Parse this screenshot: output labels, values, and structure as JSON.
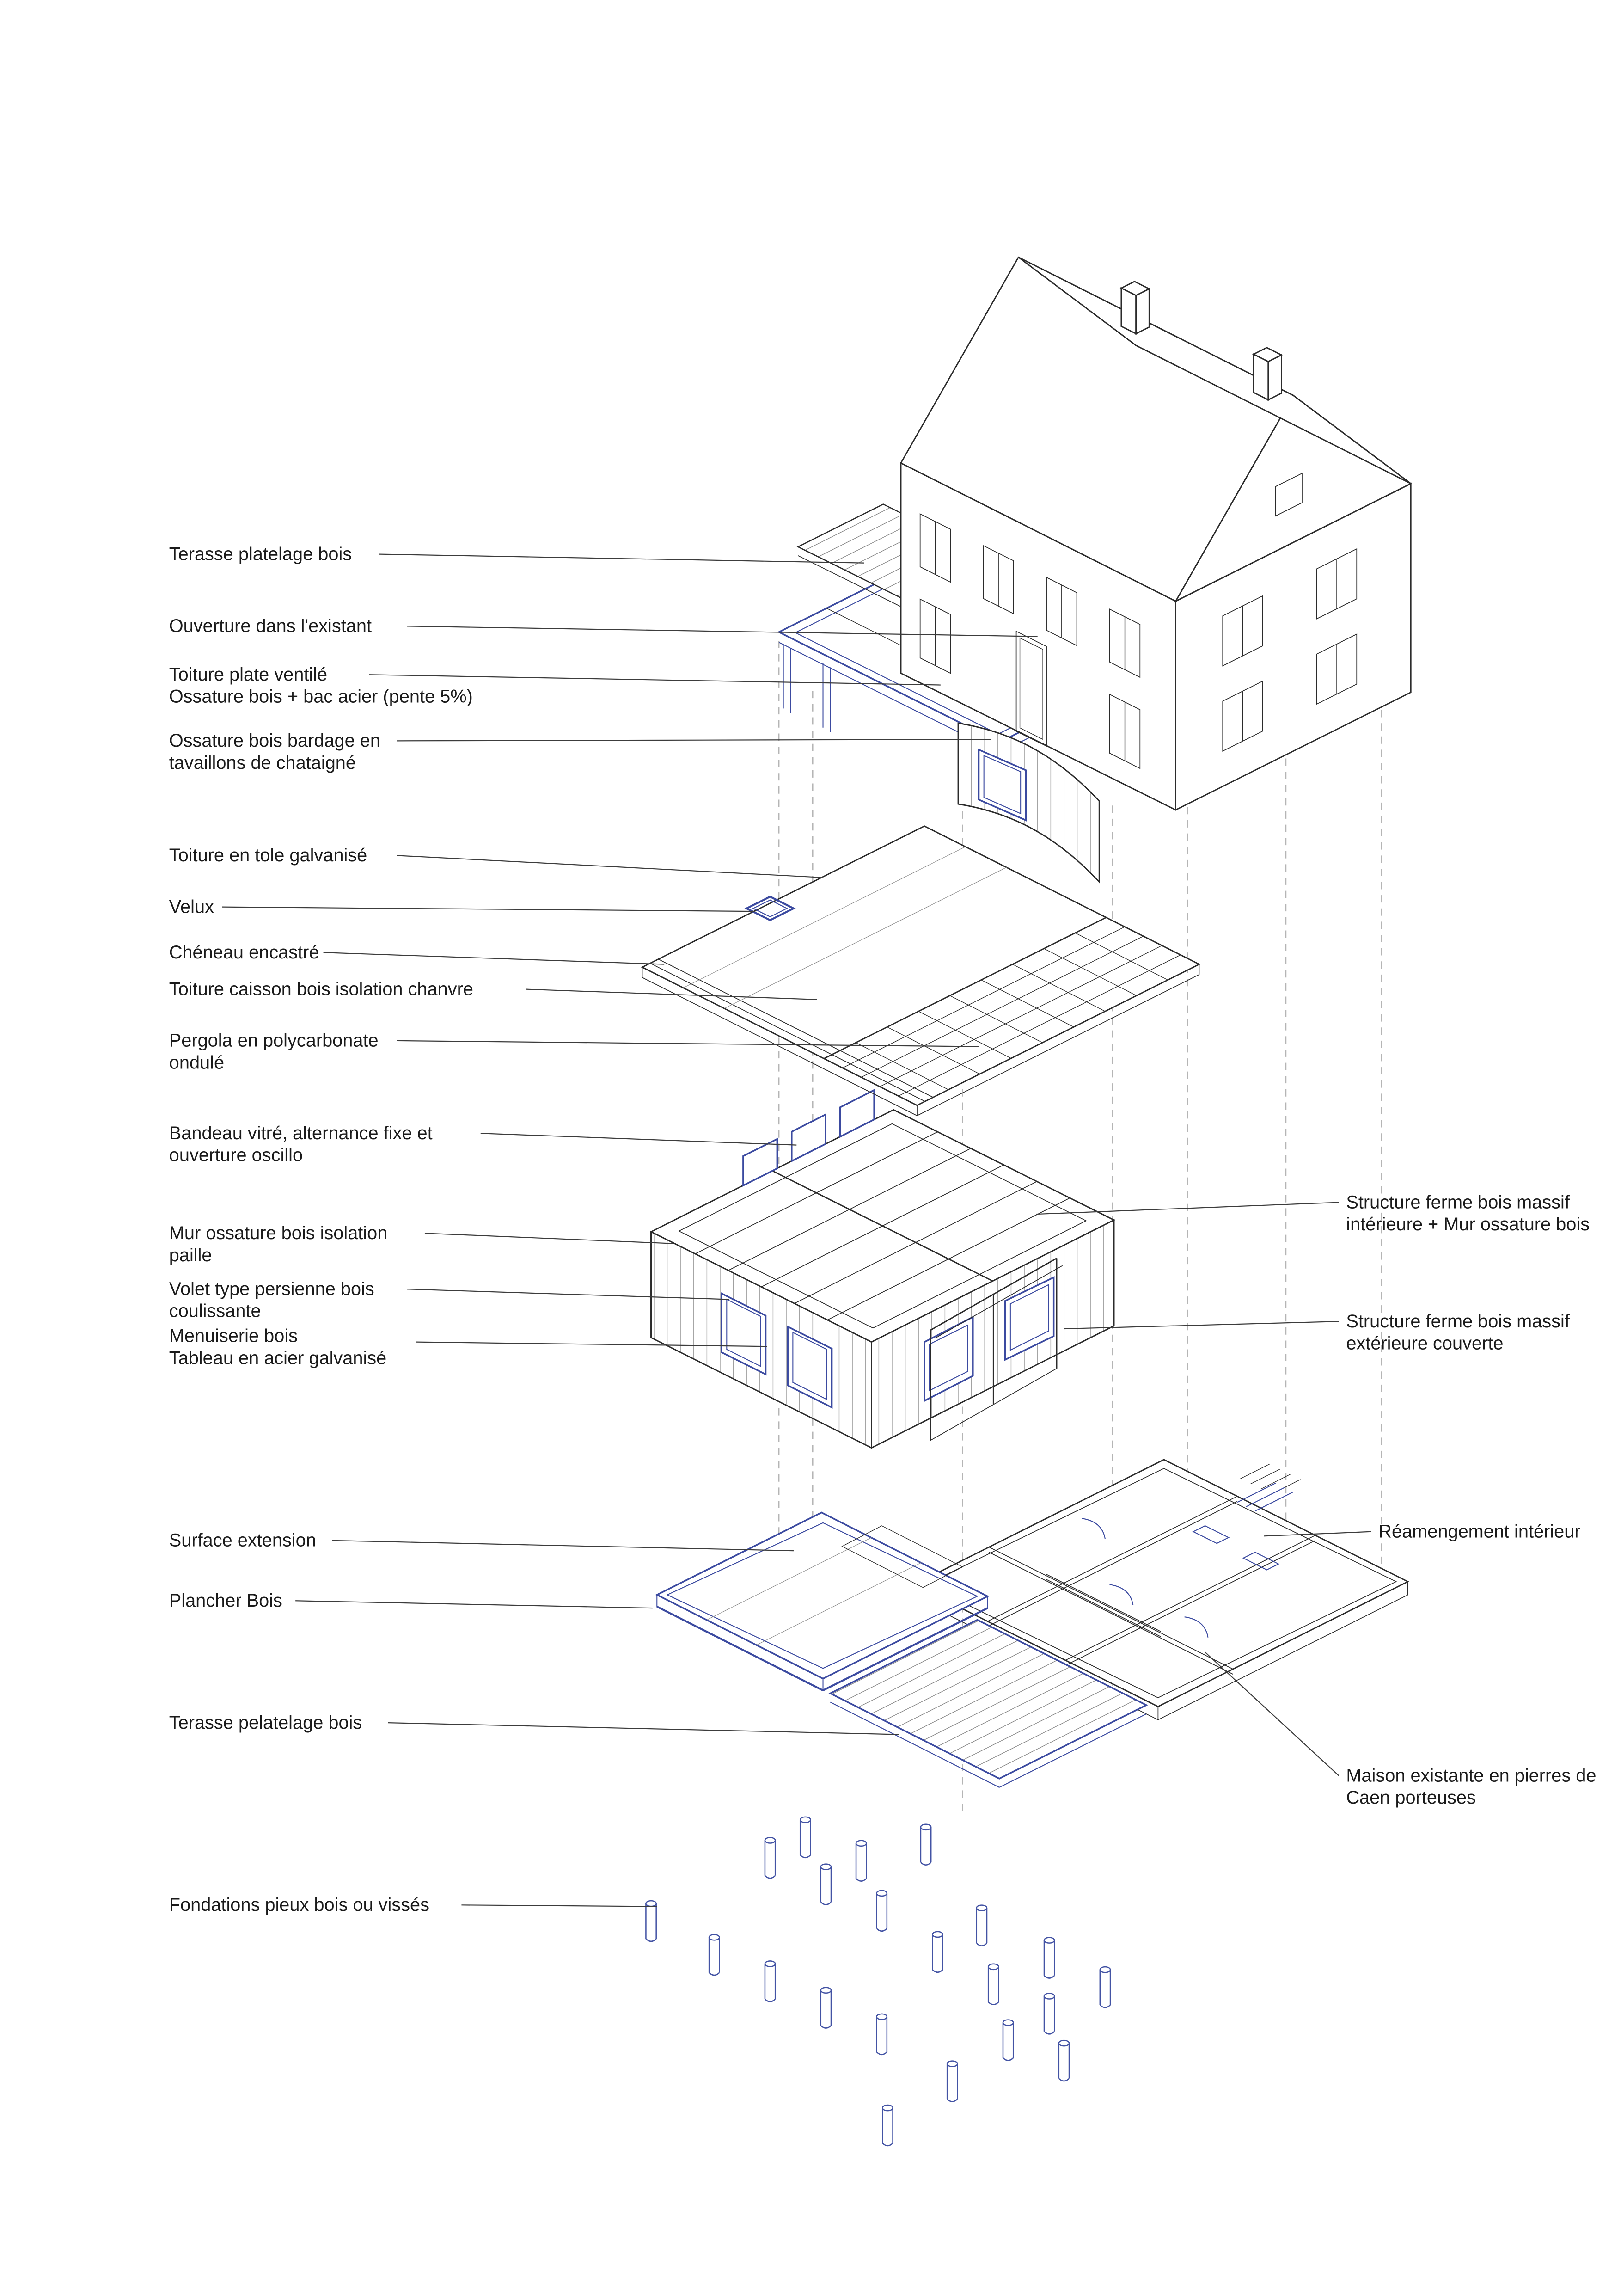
{
  "colors": {
    "background": "#ffffff",
    "line": "#2b2b2b",
    "accent_blue": "#3b4aa0",
    "guide_dash": "#b5b5b5",
    "hatch": "#8f8f8f",
    "text": "#1a1a1a"
  },
  "labels": {
    "left": [
      {
        "id": "terrace-deck-top",
        "lines": [
          "Terasse platelage bois"
        ]
      },
      {
        "id": "opening-existing",
        "lines": [
          "Ouverture dans l'existant"
        ]
      },
      {
        "id": "flat-roof",
        "lines": [
          "Toiture plate ventilé",
          "Ossature bois + bac acier (pente 5%)"
        ]
      },
      {
        "id": "cladding-chestnut",
        "lines": [
          "Ossature bois bardage en",
          "tavaillons de chataigné"
        ]
      },
      {
        "id": "metal-roof",
        "lines": [
          "Toiture en tole galvanisé"
        ]
      },
      {
        "id": "velux",
        "lines": [
          "Velux"
        ]
      },
      {
        "id": "gutter",
        "lines": [
          "Chéneau encastré"
        ]
      },
      {
        "id": "hemp-roof-box",
        "lines": [
          "Toiture caisson bois isolation chanvre"
        ]
      },
      {
        "id": "pergola",
        "lines": [
          "Pergola en polycarbonate",
          "ondulé"
        ]
      },
      {
        "id": "glazed-band",
        "lines": [
          "Bandeau vitré, alternance fixe et",
          "ouverture oscillo"
        ]
      },
      {
        "id": "straw-wall",
        "lines": [
          "Mur ossature bois isolation",
          "paille"
        ]
      },
      {
        "id": "sliding-shutter",
        "lines": [
          "Volet type persienne bois",
          "coulissante"
        ]
      },
      {
        "id": "wood-joinery",
        "lines": [
          "Menuiserie bois",
          "Tableau en acier galvanisé"
        ]
      },
      {
        "id": "surface-extension",
        "lines": [
          "Surface extension"
        ]
      },
      {
        "id": "wood-floor",
        "lines": [
          "Plancher Bois"
        ]
      },
      {
        "id": "terrace-deck-bottom",
        "lines": [
          "Terasse pelatelage bois"
        ]
      },
      {
        "id": "foundations",
        "lines": [
          "Fondations pieux bois ou vissés"
        ]
      }
    ],
    "right": [
      {
        "id": "frame-interior",
        "lines": [
          "Structure ferme bois massif",
          "intérieure + Mur ossature bois"
        ]
      },
      {
        "id": "frame-exterior",
        "lines": [
          "Structure ferme bois massif",
          "extérieure couverte"
        ]
      },
      {
        "id": "interior-rearrangement",
        "lines": [
          "Réamengement intérieur"
        ]
      },
      {
        "id": "existing-stone-house",
        "lines": [
          "Maison existante en pierres de",
          "Caen porteuses"
        ]
      }
    ]
  }
}
